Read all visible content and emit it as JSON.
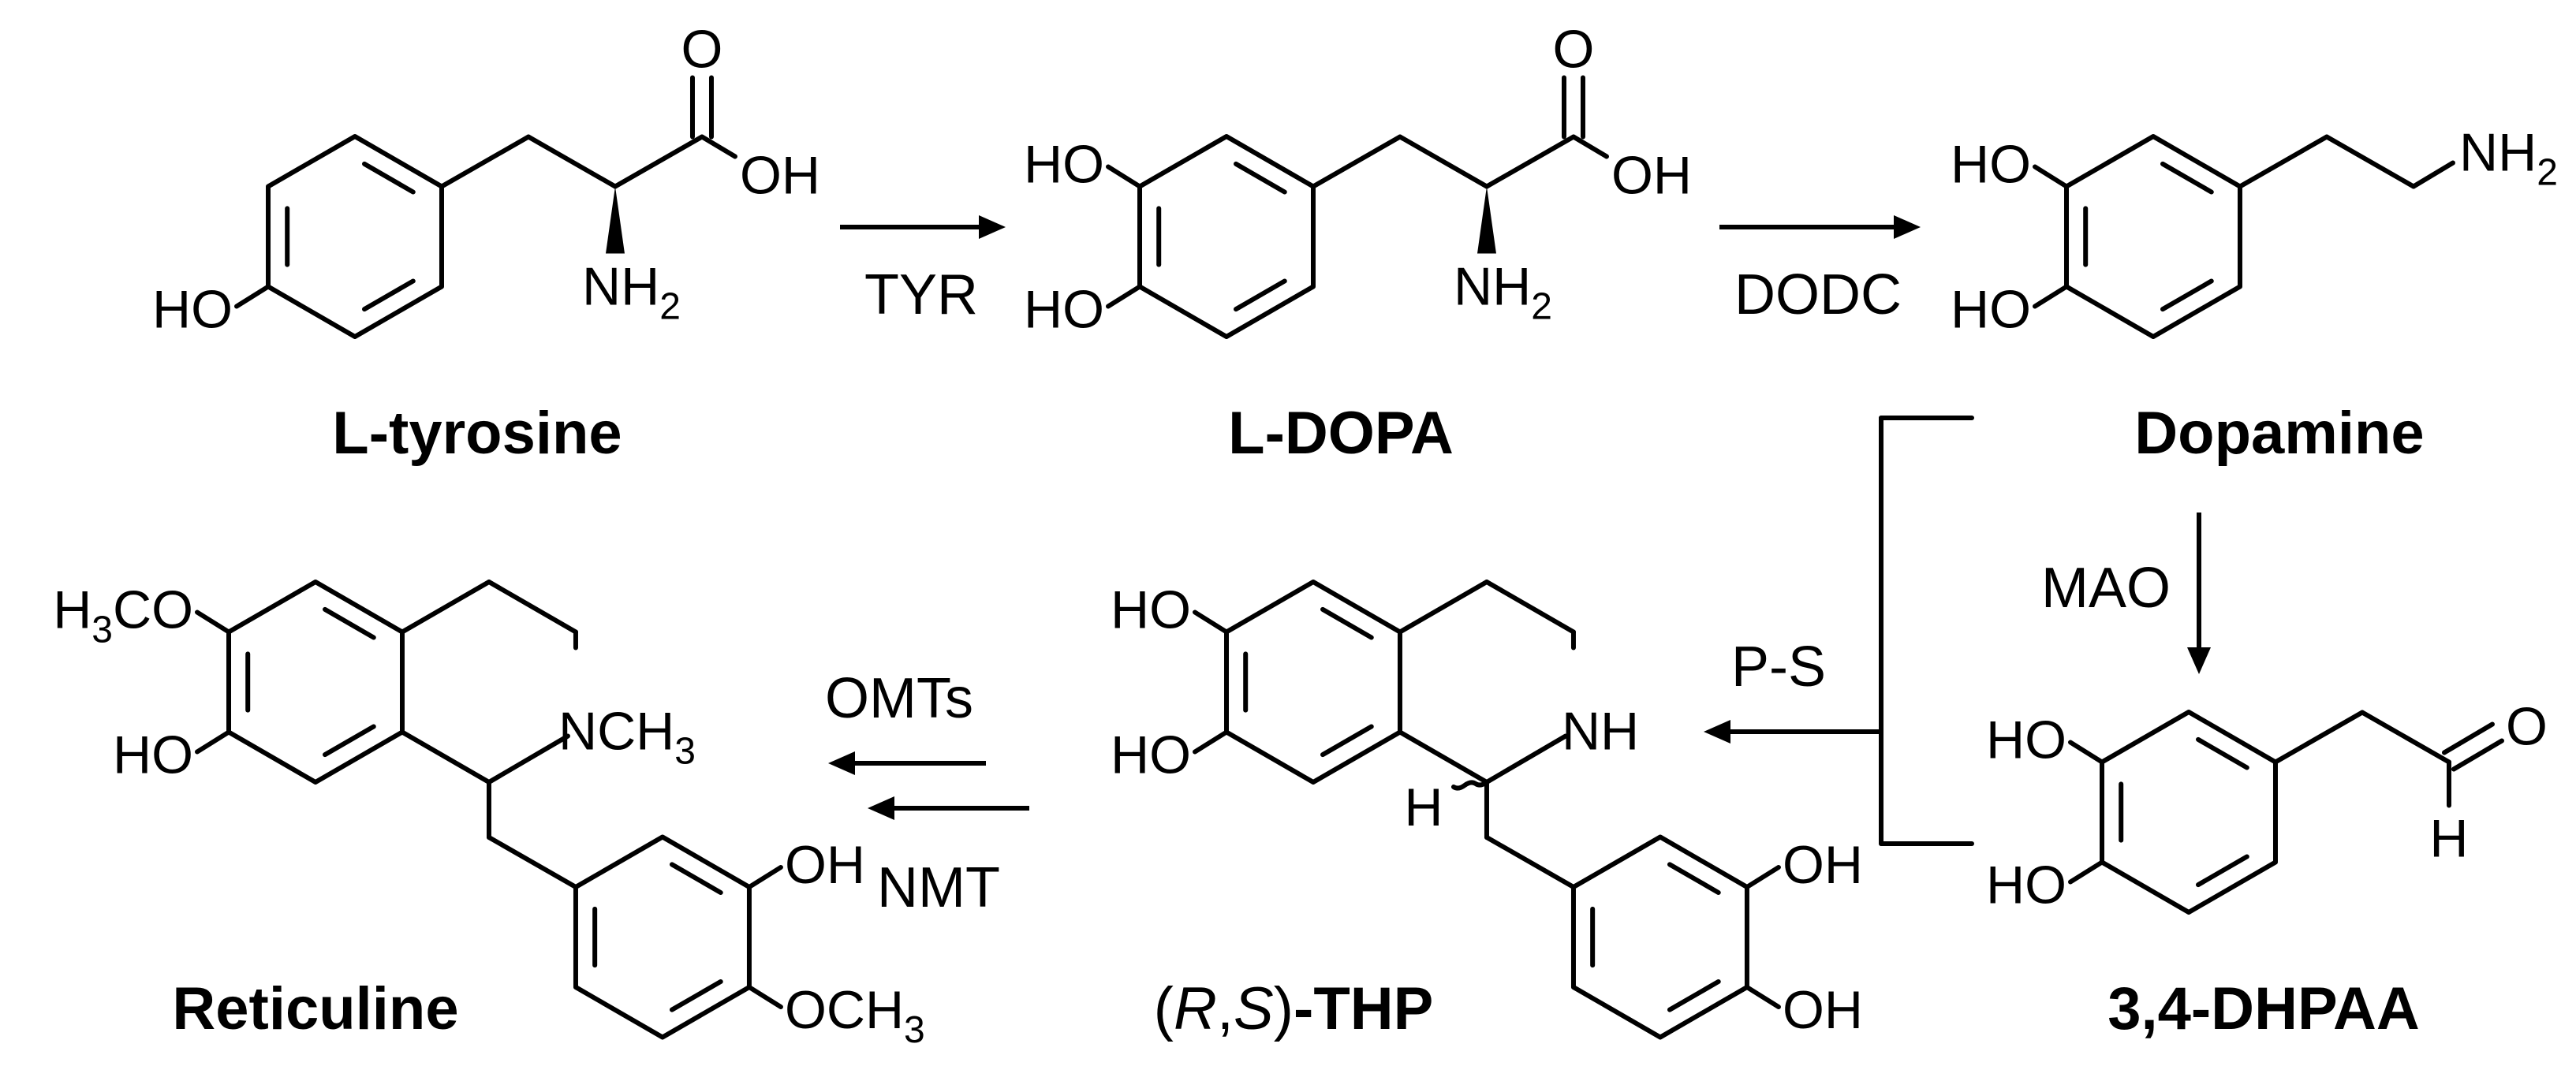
{
  "compounds": {
    "tyrosine": {
      "name": "L-tyrosine"
    },
    "ldopa": {
      "name": "L-DOPA"
    },
    "dopamine": {
      "name": "Dopamine"
    },
    "dhpaa": {
      "name": "3,4-DHPAA"
    },
    "thp": {
      "stereo_r": "R",
      "stereo_sep": ",",
      "stereo_s": "S",
      "open": "(",
      "close": ")",
      "suffix": "-THP"
    },
    "reticuline": {
      "name": "Reticuline"
    }
  },
  "atoms": {
    "ho": "HO",
    "oh": "OH",
    "o": "O",
    "h": "H",
    "nh": "NH",
    "n": "N",
    "nh2_base": "NH",
    "sub2": "2",
    "sub3": "3",
    "ch": "CH",
    "och": "OCH",
    "h3co_h": "H",
    "h3co_co": "CO"
  },
  "enzymes": {
    "tyr": "TYR",
    "dodc": "DODC",
    "mao": "MAO",
    "ps": "P-S",
    "omts": "OMTs",
    "nmt": "NMT"
  }
}
